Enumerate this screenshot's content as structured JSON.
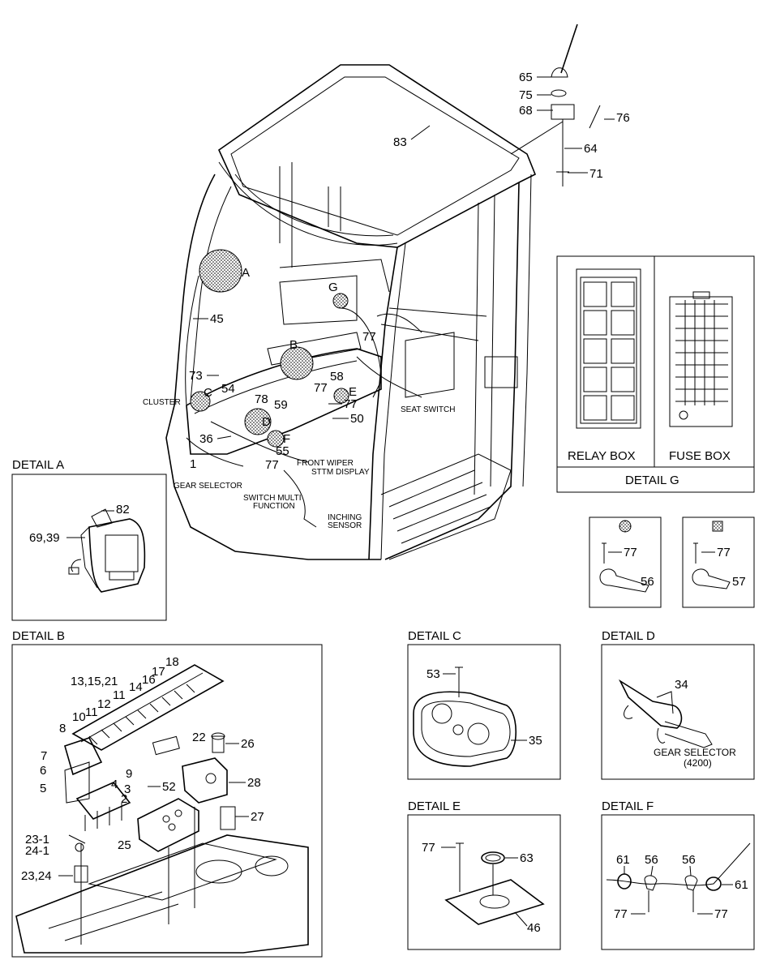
{
  "main_view": {
    "part_labels": [
      "65",
      "75",
      "68",
      "76",
      "83",
      "64",
      "71",
      "A",
      "45",
      "G",
      "77",
      "B",
      "73",
      "58",
      "54",
      "77",
      "78",
      "59",
      "77",
      "50",
      "CLUSTER",
      "C",
      "E",
      "D",
      "36",
      "55",
      "F",
      "1",
      "77",
      "FRONT WIPER",
      "SEAT SWITCH"
    ],
    "notes": [
      "GEAR SELECTOR",
      "STTM DISPLAY",
      "SWITCH MULTI",
      "FUNCTION",
      "INCHING",
      "SENSOR"
    ]
  },
  "detail_g": {
    "relay_box": "RELAY BOX",
    "fuse_box": "FUSE BOX",
    "title": "DETAIL G"
  },
  "clamp_round": {
    "labels": [
      "77",
      "56"
    ]
  },
  "clamp_square": {
    "labels": [
      "77",
      "57"
    ]
  },
  "detail_a": {
    "title": "DETAIL A",
    "labels": [
      "82",
      "69,39"
    ]
  },
  "detail_b": {
    "title": "DETAIL B",
    "labels": [
      "18",
      "17",
      "16",
      "14",
      "13,15,21",
      "11",
      "12",
      "11",
      "10",
      "8",
      "7",
      "6",
      "5",
      "9",
      "22",
      "26",
      "4",
      "3",
      "2",
      "52",
      "28",
      "27",
      "25",
      "23-1",
      "24-1",
      "23,24"
    ]
  },
  "detail_c": {
    "title": "DETAIL C",
    "labels": [
      "53",
      "35"
    ]
  },
  "detail_d": {
    "title": "DETAIL D",
    "labels": [
      "34"
    ],
    "caption1": "GEAR SELECTOR",
    "caption2": "(4200)"
  },
  "detail_e": {
    "title": "DETAIL E",
    "labels": [
      "77",
      "63",
      "46"
    ]
  },
  "detail_f": {
    "title": "DETAIL F",
    "labels": [
      "61",
      "56",
      "56",
      "61",
      "77",
      "77"
    ]
  }
}
